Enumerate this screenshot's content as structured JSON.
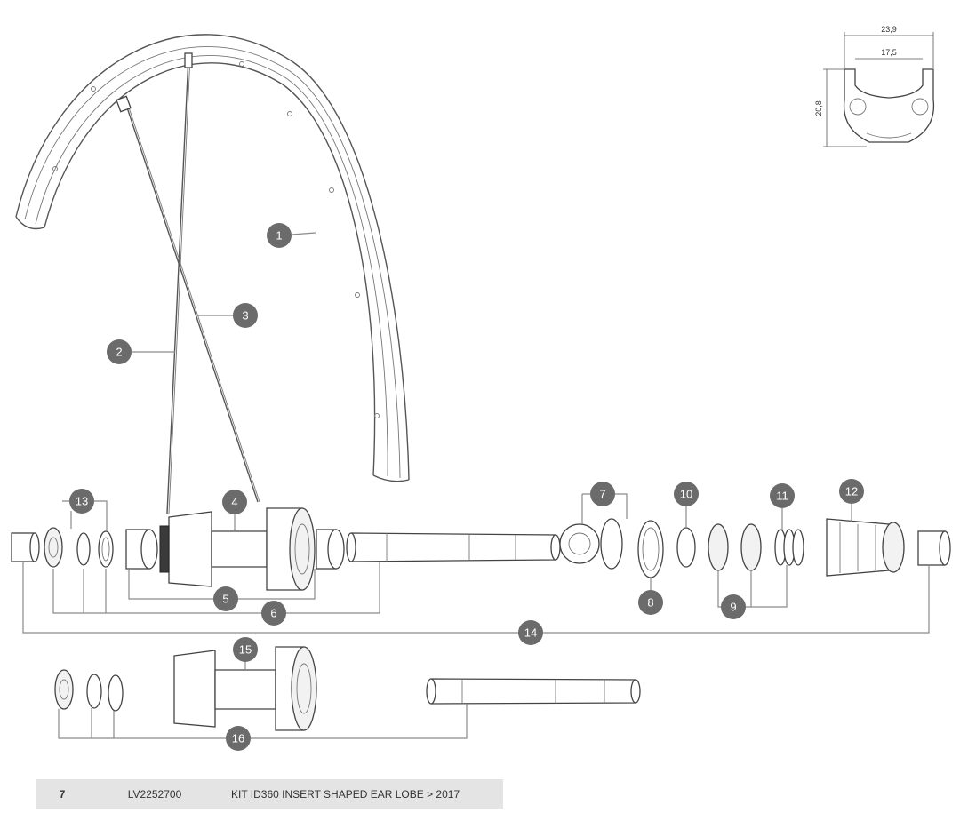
{
  "rim_profile": {
    "outer_width": "23,9",
    "inner_width": "17,5",
    "height": "20,8"
  },
  "callouts": [
    "1",
    "2",
    "3",
    "4",
    "5",
    "6",
    "7",
    "8",
    "9",
    "10",
    "11",
    "12",
    "13",
    "14",
    "15",
    "16"
  ],
  "part_table": {
    "row": {
      "ref": "7",
      "code": "LV2252700",
      "description": "KIT ID360 INSERT SHAPED EAR LOBE > 2017"
    }
  }
}
